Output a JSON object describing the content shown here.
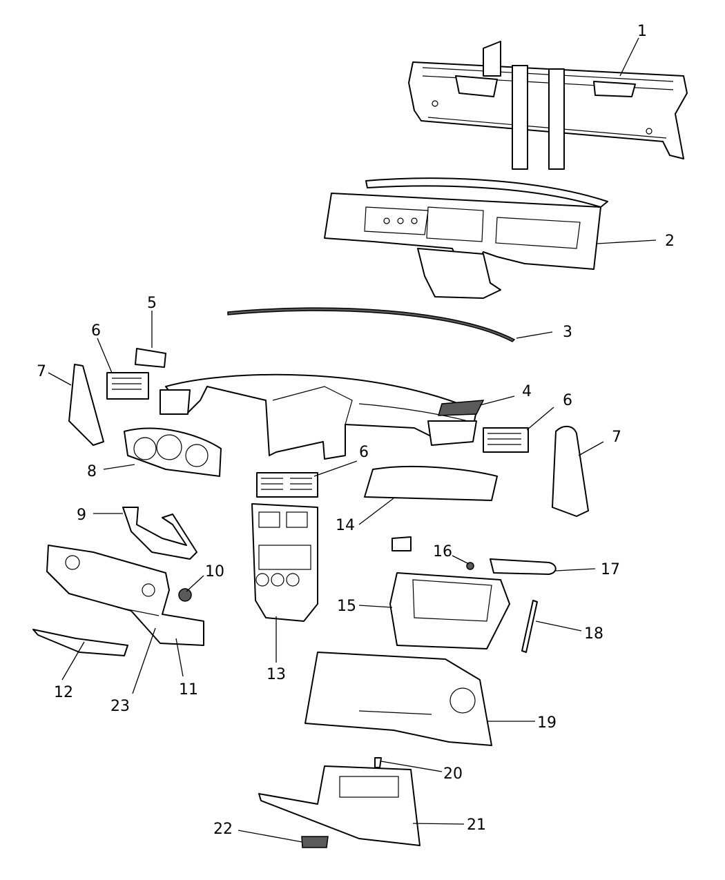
{
  "callouts": [
    {
      "id": "c1",
      "label": "1"
    },
    {
      "id": "c2",
      "label": "2"
    },
    {
      "id": "c3",
      "label": "3"
    },
    {
      "id": "c4",
      "label": "4"
    },
    {
      "id": "c5",
      "label": "5"
    },
    {
      "id": "c6a",
      "label": "6"
    },
    {
      "id": "c6b",
      "label": "6"
    },
    {
      "id": "c6c",
      "label": "6"
    },
    {
      "id": "c7a",
      "label": "7"
    },
    {
      "id": "c7b",
      "label": "7"
    },
    {
      "id": "c8",
      "label": "8"
    },
    {
      "id": "c9",
      "label": "9"
    },
    {
      "id": "c10",
      "label": "10"
    },
    {
      "id": "c11",
      "label": "11"
    },
    {
      "id": "c12",
      "label": "12"
    },
    {
      "id": "c13",
      "label": "13"
    },
    {
      "id": "c14",
      "label": "14"
    },
    {
      "id": "c15",
      "label": "15"
    },
    {
      "id": "c16",
      "label": "16"
    },
    {
      "id": "c17",
      "label": "17"
    },
    {
      "id": "c18",
      "label": "18"
    },
    {
      "id": "c19",
      "label": "19"
    },
    {
      "id": "c20",
      "label": "20"
    },
    {
      "id": "c21",
      "label": "21"
    },
    {
      "id": "c22",
      "label": "22"
    },
    {
      "id": "c23",
      "label": "23"
    }
  ]
}
